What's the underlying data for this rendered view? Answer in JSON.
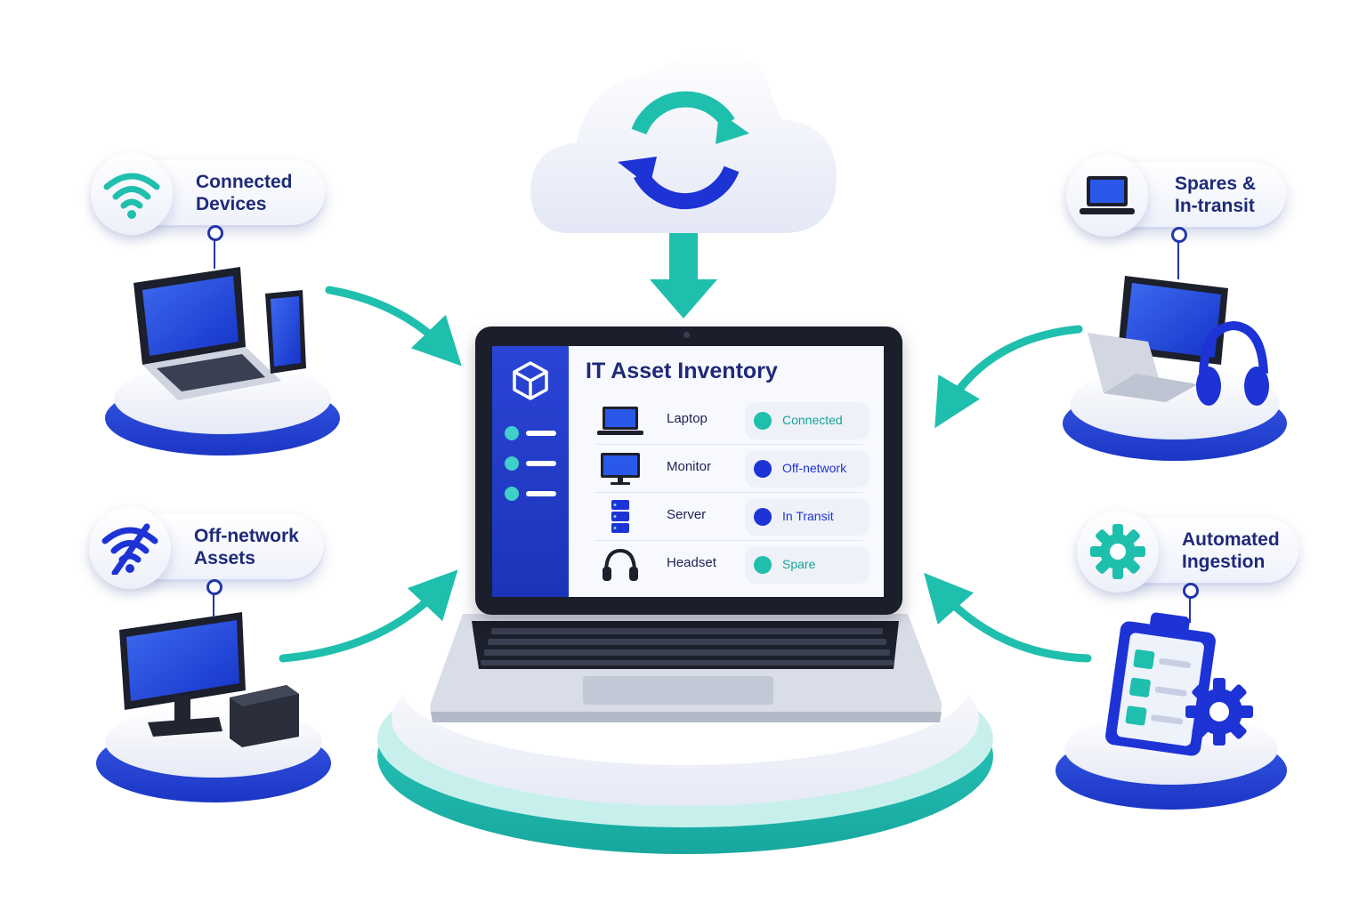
{
  "app": {
    "title": "IT Asset Inventory",
    "assets": [
      {
        "name": "Laptop",
        "status": "Connected",
        "status_color": "#1fbfae",
        "icon": "laptop-icon"
      },
      {
        "name": "Monitor",
        "status": "Off-network",
        "status_color": "#1d33d6",
        "icon": "monitor-icon"
      },
      {
        "name": "Server",
        "status": "In Transit",
        "status_color": "#1d33d6",
        "icon": "server-icon"
      },
      {
        "name": "Headset",
        "status": "Spare",
        "status_color": "#1fbfae",
        "icon": "headset-icon"
      }
    ]
  },
  "categories": {
    "connected": {
      "line1": "Connected",
      "line2": "Devices",
      "icon": "wifi-icon"
    },
    "offnetwork": {
      "line1": "Off-network",
      "line2": "Assets",
      "icon": "wifi-off-icon"
    },
    "spares": {
      "line1": "Spares &",
      "line2": "In-transit",
      "icon": "laptop-icon"
    },
    "automated": {
      "line1": "Automated",
      "line2": "Ingestion",
      "icon": "gear-icon"
    }
  },
  "colors": {
    "brand_blue": "#1d33d6",
    "teal": "#1fbfae",
    "navy_text": "#1e2a78"
  }
}
